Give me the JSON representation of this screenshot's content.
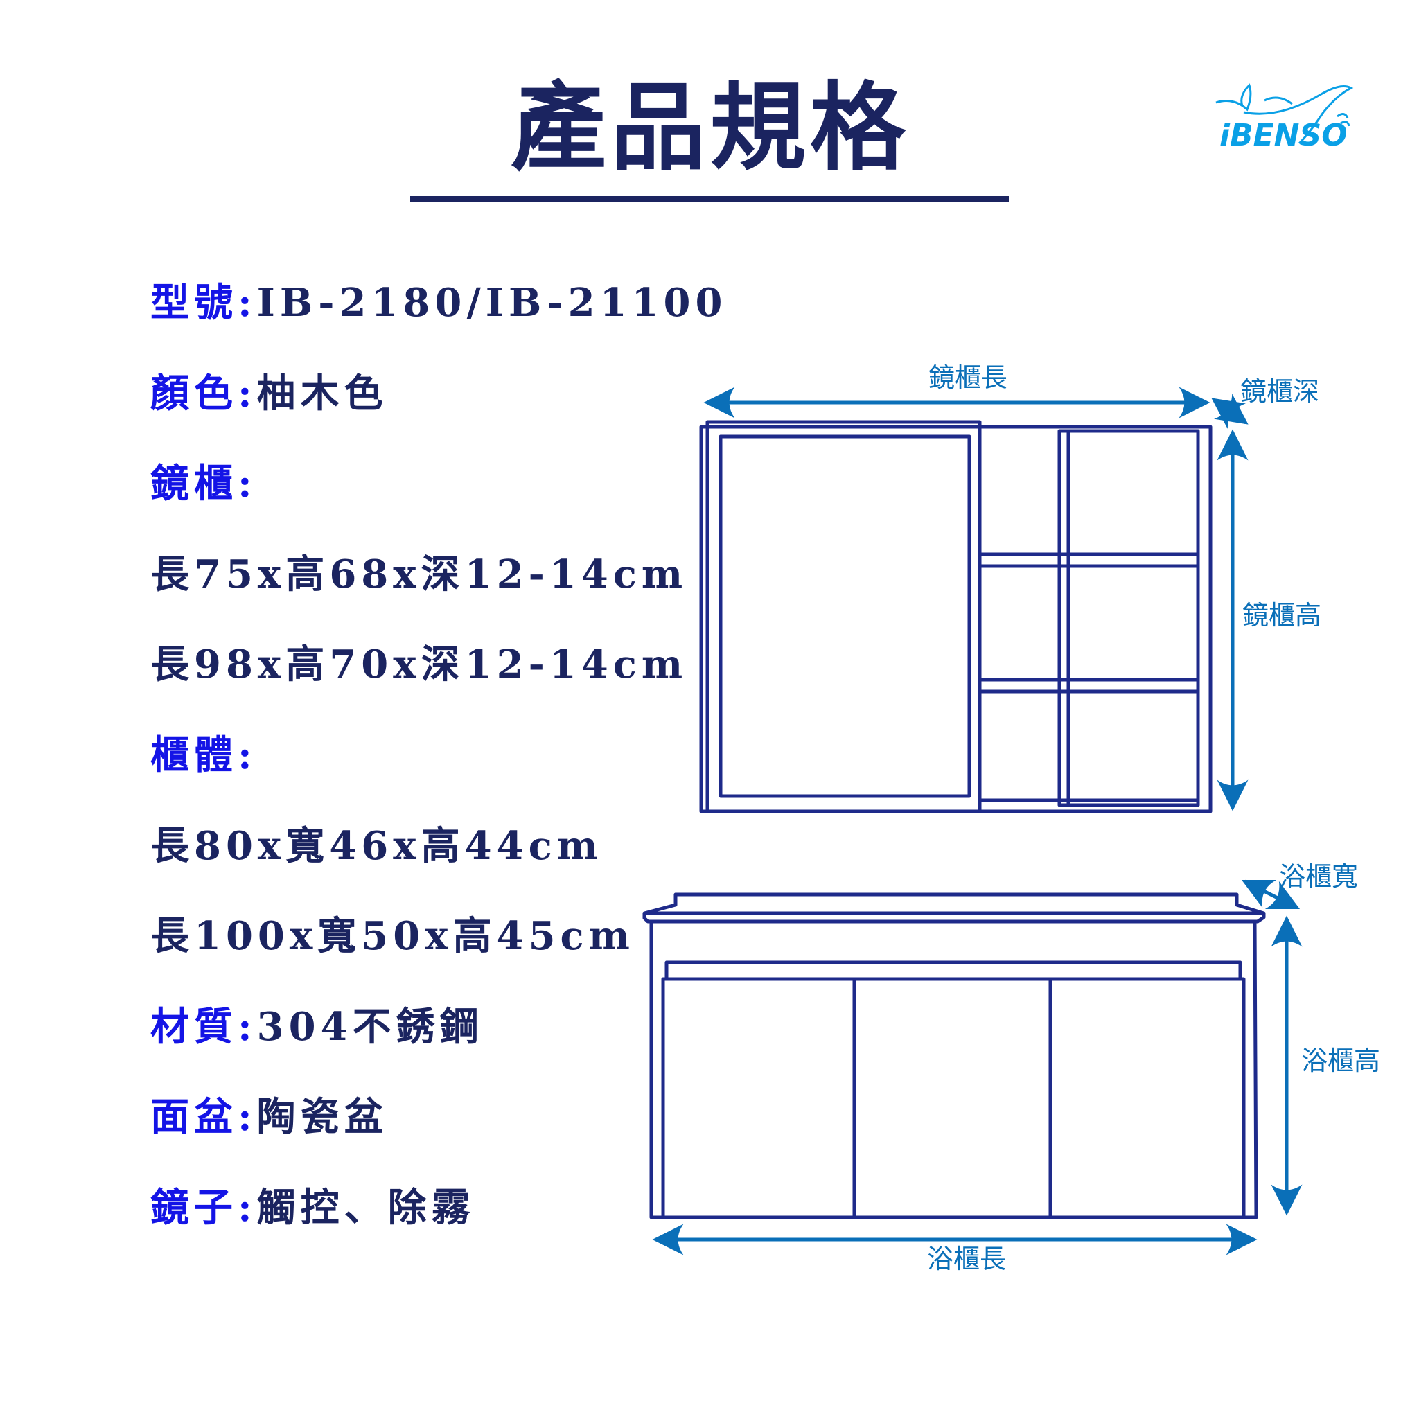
{
  "title": "產品規格",
  "logo": {
    "text": "iBENSO",
    "color": "#0aa0e6"
  },
  "specs": [
    {
      "label": "型號:",
      "value": "IB-2180/IB-21100"
    },
    {
      "label": "顏色:",
      "value": "柚木色"
    },
    {
      "label": "鏡櫃:",
      "value": ""
    },
    {
      "label": "",
      "value": "長75x高68x深12-14cm"
    },
    {
      "label": "",
      "value": "長98x高70x深12-14cm"
    },
    {
      "label": "櫃體:",
      "value": ""
    },
    {
      "label": "",
      "value": "長80x寬46x高44cm"
    },
    {
      "label": "",
      "value": "長100x寬50x高45cm"
    },
    {
      "label": "材質:",
      "value": "304不銹鋼"
    },
    {
      "label": "面盆:",
      "value": "陶瓷盆"
    },
    {
      "label": "鏡子:",
      "value": "觸控、除霧"
    }
  ],
  "diagram": {
    "mirror_length": "鏡櫃長",
    "mirror_depth": "鏡櫃深",
    "mirror_height": "鏡櫃高",
    "vanity_width": "浴櫃寬",
    "vanity_height": "浴櫃高",
    "vanity_length": "浴櫃長"
  },
  "colors": {
    "label": "#1414e6",
    "value": "#1b2460",
    "line": "#1e2a8a",
    "dimension": "#0a6fb8"
  }
}
